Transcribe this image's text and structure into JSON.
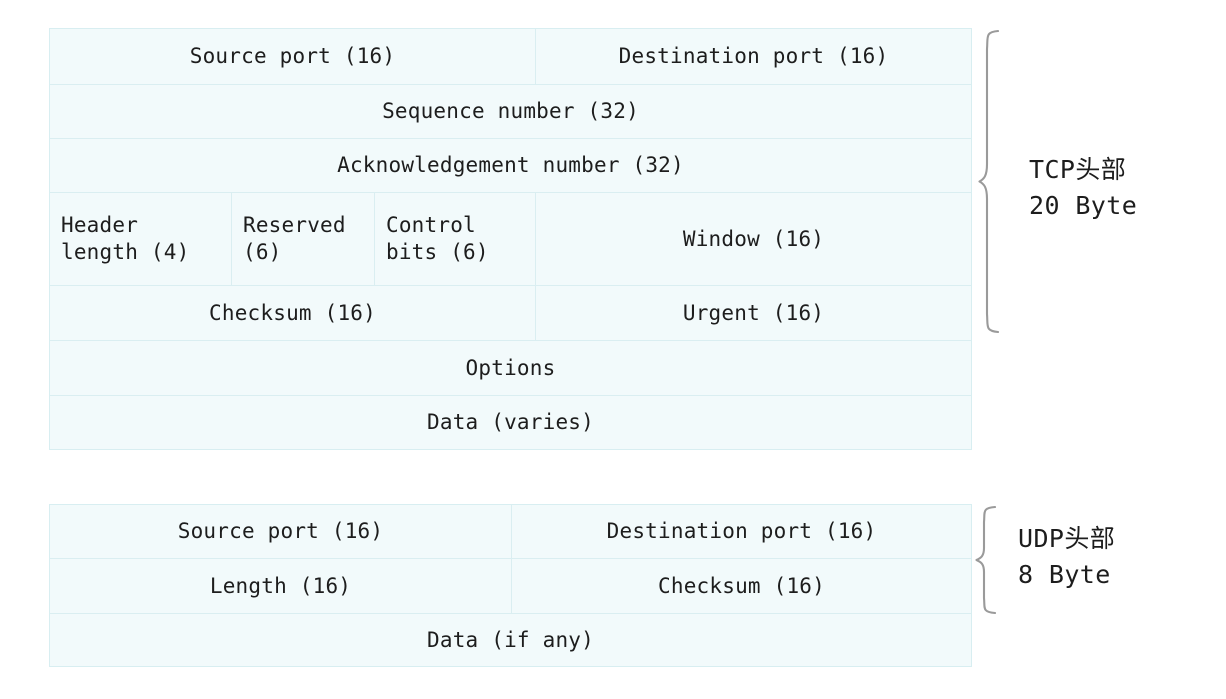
{
  "diagram": {
    "title": "TCP and UDP header structure",
    "colors": {
      "cell_fill": "#f2fafb",
      "cell_border": "#daeef1",
      "brace": "#9a9a9a",
      "text": "#1d1d1d"
    }
  },
  "tcp": {
    "label_line1": "TCP头部",
    "label_line2": "20 Byte",
    "label": "TCP头部\n20 Byte",
    "rows": [
      {
        "cells": [
          {
            "text": "Source port (16)",
            "bits": 16,
            "align": "center"
          },
          {
            "text": "Destination port (16)",
            "bits": 16,
            "align": "center"
          }
        ]
      },
      {
        "cells": [
          {
            "text": "Sequence number (32)",
            "bits": 32,
            "align": "center"
          }
        ]
      },
      {
        "cells": [
          {
            "text": "Acknowledgement number (32)",
            "bits": 32,
            "align": "center"
          }
        ]
      },
      {
        "cells": [
          {
            "text": "Header\nlength (4)",
            "bits": 4,
            "align": "left"
          },
          {
            "text": "Reserved\n(6)",
            "bits": 6,
            "align": "left"
          },
          {
            "text": "Control\nbits (6)",
            "bits": 6,
            "align": "left"
          },
          {
            "text": "Window (16)",
            "bits": 16,
            "align": "center"
          }
        ]
      },
      {
        "cells": [
          {
            "text": "Checksum (16)",
            "bits": 16,
            "align": "center"
          },
          {
            "text": "Urgent (16)",
            "bits": 16,
            "align": "center"
          }
        ]
      },
      {
        "cells": [
          {
            "text": "Options",
            "align": "center"
          }
        ]
      },
      {
        "cells": [
          {
            "text": "Data (varies)",
            "align": "center"
          }
        ]
      }
    ]
  },
  "udp": {
    "label_line1": "UDP头部",
    "label_line2": "8 Byte",
    "label": "UDP头部\n8 Byte",
    "rows": [
      {
        "cells": [
          {
            "text": "Source port (16)",
            "bits": 16,
            "align": "center"
          },
          {
            "text": "Destination port (16)",
            "bits": 16,
            "align": "center"
          }
        ]
      },
      {
        "cells": [
          {
            "text": "Length (16)",
            "bits": 16,
            "align": "center"
          },
          {
            "text": "Checksum (16)",
            "bits": 16,
            "align": "center"
          }
        ]
      },
      {
        "cells": [
          {
            "text": "Data (if any)",
            "align": "center"
          }
        ]
      }
    ]
  }
}
